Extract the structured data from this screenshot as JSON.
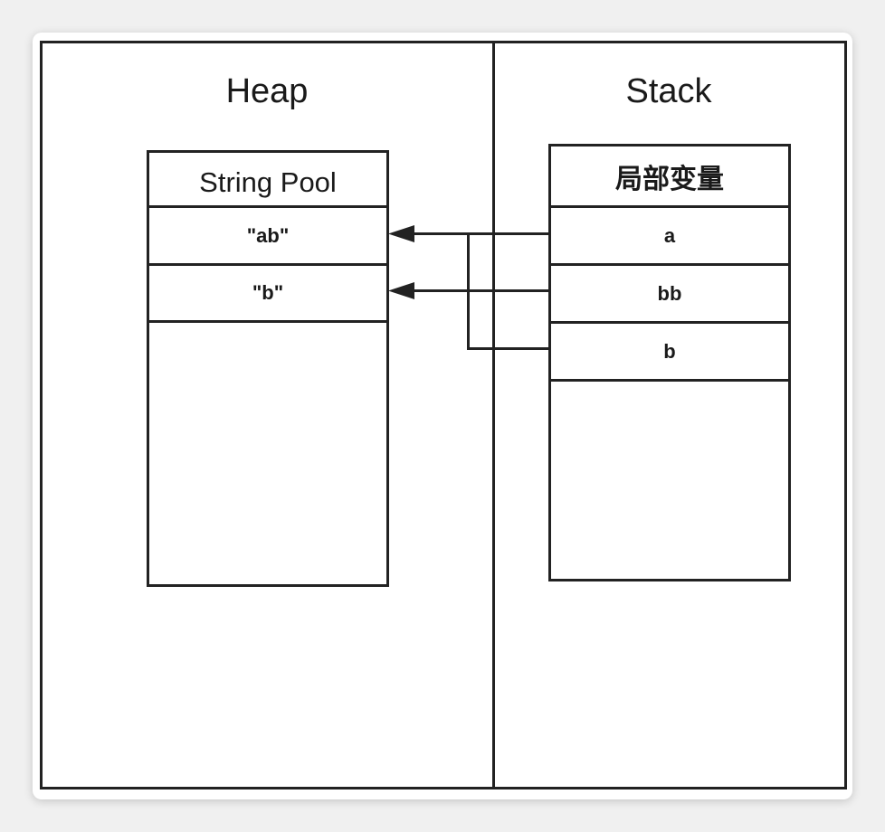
{
  "heap": {
    "title": "Heap",
    "pool_header": "String Pool",
    "entries": [
      "\"ab\"",
      "\"b\""
    ]
  },
  "stack": {
    "title": "Stack",
    "frame_header": "局部变量",
    "variables": [
      "a",
      "bb",
      "b"
    ]
  },
  "references": [
    {
      "from": "a",
      "to": "\"ab\""
    },
    {
      "from": "bb",
      "to": "\"b\""
    },
    {
      "from": "b",
      "to": "\"ab\""
    }
  ],
  "colors": {
    "line": "#222222",
    "background": "#ffffff"
  }
}
